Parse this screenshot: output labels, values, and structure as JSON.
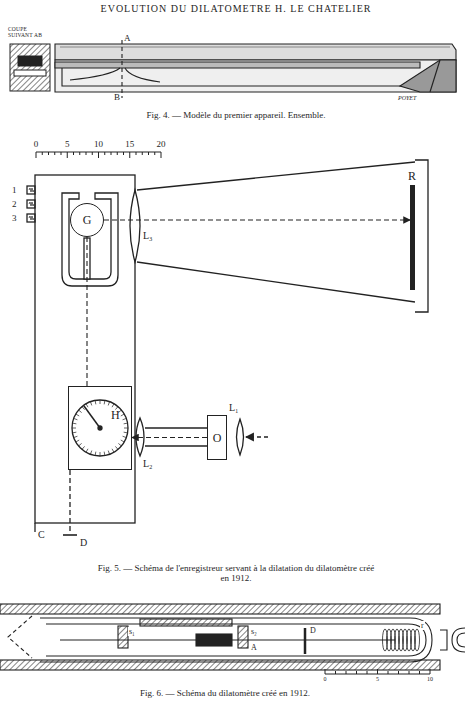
{
  "diagram": {
    "title": "EVOLUTION DU DILATOMETRE H. LE CHATELIER",
    "nodes": [
      {
        "text": [
          "G"
        ]
      },
      {
        "text": [
          "H"
        ]
      },
      {
        "text": [
          "O"
        ]
      },
      {
        "text": [
          "R"
        ]
      }
    ],
    "edges": [
      {
        "from": 2,
        "to": 1,
        "arrow": "to"
      },
      {
        "from": 1,
        "to": 0,
        "arrow": "none"
      },
      {
        "from": 0,
        "to": 3,
        "arrow": "to"
      }
    ],
    "labels": [
      "COUPE SUIVANT AB",
      "A",
      "B",
      "POYET",
      "Fig. 4. — Modèle du premier appareil. Ensemble.",
      "0",
      "5",
      "10",
      "15",
      "20",
      "1",
      "2",
      "3",
      "L₃",
      "L₂",
      "L₁",
      "C",
      "D",
      "Fig. 5. — Schéma de l'enregistreur servant à la dilatation du dilatomètre créé en 1912.",
      "s₁",
      "s₂",
      "D",
      "A",
      "r",
      "0",
      "5",
      "10",
      "Fig. 6. — Schéma du dilatomètre créé en 1912."
    ]
  }
}
